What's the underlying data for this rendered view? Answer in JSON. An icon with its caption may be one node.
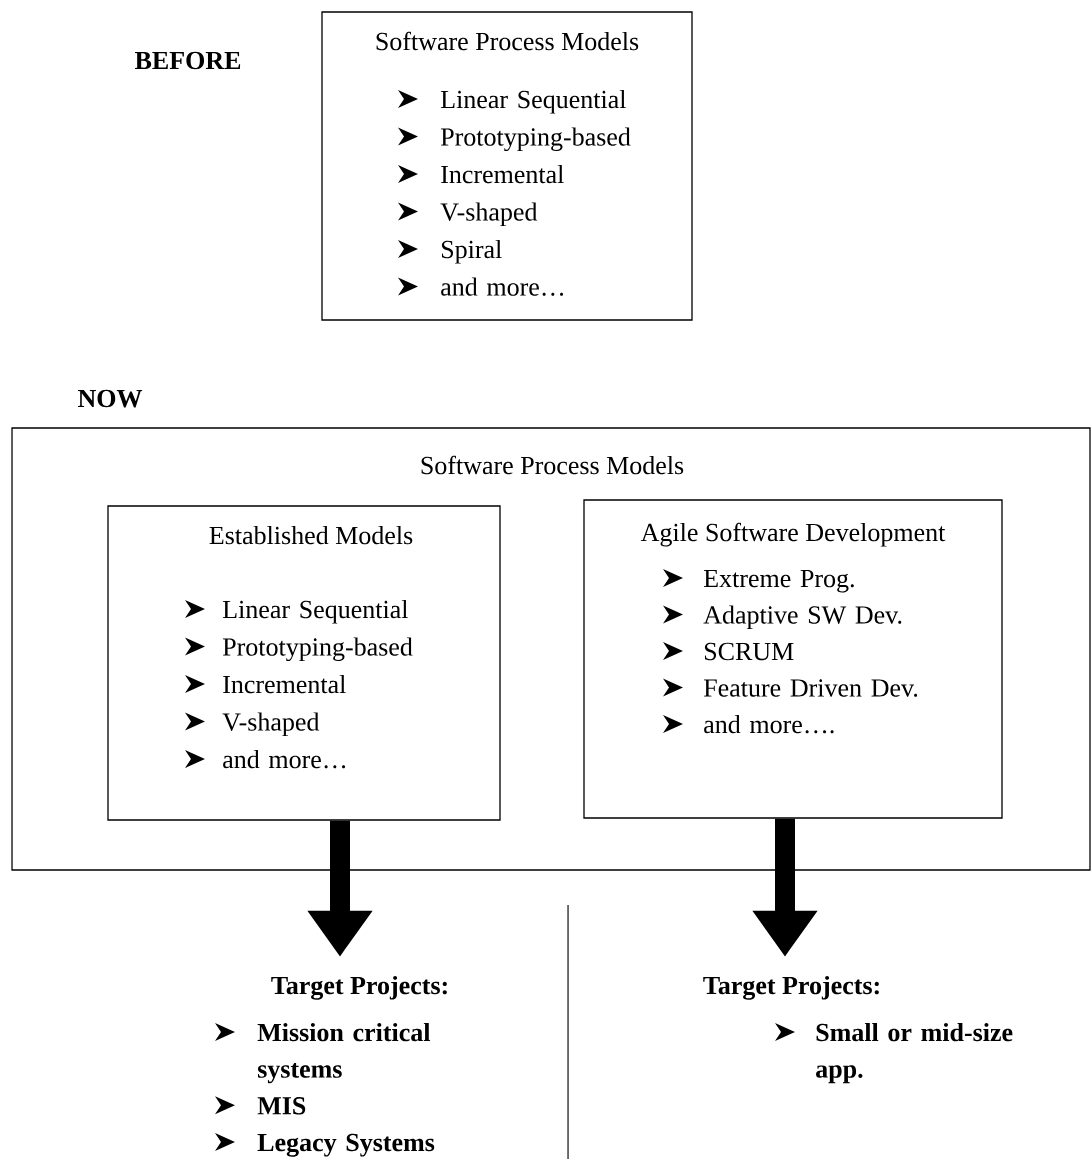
{
  "diagram": {
    "nodes": [
      {
        "text": [
          "Software Process Models",
          "Linear Sequential",
          "Prototyping-based",
          "Incremental",
          "V-shaped",
          "Spiral",
          "and more…"
        ]
      },
      {
        "text": [
          "Software Process Models"
        ]
      },
      {
        "text": [
          "Established Models",
          "Linear Sequential",
          "Prototyping-based",
          "Incremental",
          "V-shaped",
          "and more…"
        ],
        "in": 1
      },
      {
        "text": [
          "Agile Software Development",
          "Extreme Prog.",
          "Adaptive SW Dev.",
          "SCRUM",
          "Feature Driven Dev.",
          "and more…."
        ],
        "in": 1
      },
      {
        "text": [
          "Target Projects:",
          "Mission critical systems",
          "MIS",
          "Legacy Systems"
        ]
      },
      {
        "text": [
          "Target Projects:",
          "Small or mid-size app."
        ]
      }
    ],
    "edges": [
      {
        "from": 2,
        "to": 4,
        "arrow": "to"
      },
      {
        "from": 3,
        "to": 5,
        "arrow": "to"
      }
    ],
    "labels": [
      "BEFORE",
      "NOW"
    ]
  }
}
